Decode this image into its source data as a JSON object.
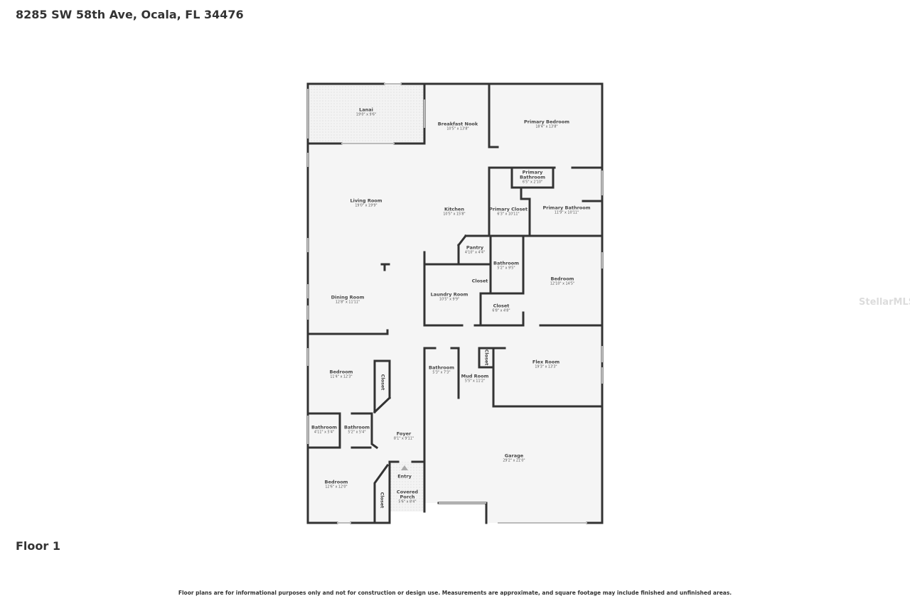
{
  "address": "8285 SW 58th Ave, Ocala, FL 34476",
  "floor_label": "Floor 1",
  "disclaimer": "Floor plans are for informational purposes only and not for construction or design use. Measurements are approximate, and square footage may include finished and unfinished areas.",
  "watermark": "StellarMLS",
  "colors": {
    "wall": "#333333",
    "floor": "#f5f5f5",
    "background": "#ffffff"
  },
  "rooms": [
    {
      "name": "Lanai",
      "dims": "19'0\" x 9'6\""
    },
    {
      "name": "Breakfast Nook",
      "dims": "10'5\" x 13'8\""
    },
    {
      "name": "Primary Bedroom",
      "dims": "18'4\" x 13'8\""
    },
    {
      "name": "Primary Bathroom",
      "dims": "6'5\" x 2'10\""
    },
    {
      "name": "Living Room",
      "dims": "19'0\" x 19'9\""
    },
    {
      "name": "Kitchen",
      "dims": "10'5\" x 15'8\""
    },
    {
      "name": "Primary Closet",
      "dims": "6'3\" x 10'11\""
    },
    {
      "name": "Primary Bathroom",
      "dims": "11'9\" x 10'11\""
    },
    {
      "name": "Pantry",
      "dims": "4'10\" x 4'4\""
    },
    {
      "name": "Bathroom",
      "dims": "5'2\" x 9'5\""
    },
    {
      "name": "Bedroom",
      "dims": "12'10\" x 14'5\""
    },
    {
      "name": "Closet",
      "dims": ""
    },
    {
      "name": "Laundry Room",
      "dims": "10'5\" x 9'9\""
    },
    {
      "name": "Dining Room",
      "dims": "12'8\" x 11'11\""
    },
    {
      "name": "Closet",
      "dims": "6'8\" x 4'8\""
    },
    {
      "name": "Bedroom",
      "dims": "11'4\" x 12'3\""
    },
    {
      "name": "Closet",
      "dims": ""
    },
    {
      "name": "Closet",
      "dims": ""
    },
    {
      "name": "Bathroom",
      "dims": "5'3\" x 7'3\""
    },
    {
      "name": "Mud Room",
      "dims": "5'5\" x 11'2\""
    },
    {
      "name": "Flex Room",
      "dims": "19'3\" x 13'3\""
    },
    {
      "name": "Bathroom",
      "dims": "4'11\" x 5'4\""
    },
    {
      "name": "Bathroom",
      "dims": "5'2\" x 5'4\""
    },
    {
      "name": "Foyer",
      "dims": "8'1\" x 9'11\""
    },
    {
      "name": "Garage",
      "dims": "29'2\" x 21'0\""
    },
    {
      "name": "Entry",
      "dims": ""
    },
    {
      "name": "Bedroom",
      "dims": "12'6\" x 12'0\""
    },
    {
      "name": "Covered Porch",
      "dims": "5'6\" x 8'4\""
    },
    {
      "name": "Closet",
      "dims": ""
    }
  ]
}
